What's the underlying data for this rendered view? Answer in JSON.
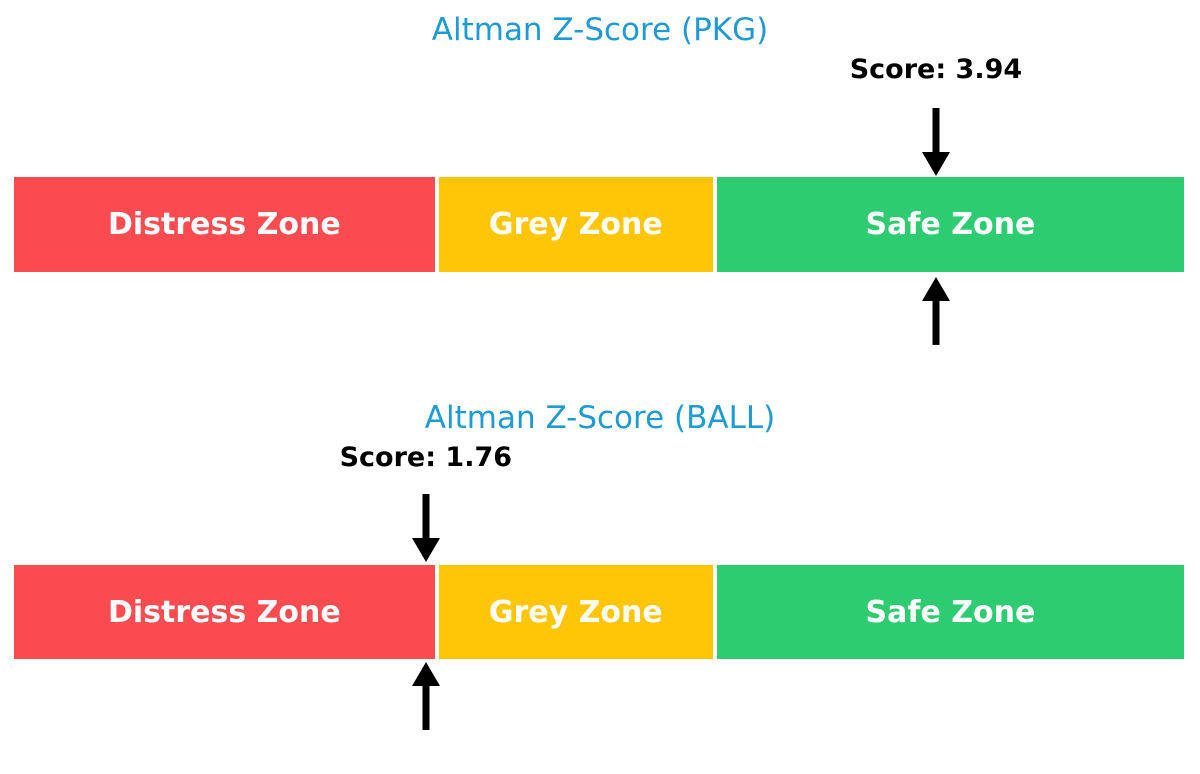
{
  "colors": {
    "background": "#ffffff",
    "title_text": "#1e9bd3",
    "score_text": "#000000",
    "zone_label_text": "#ffffff",
    "arrow": "#000000",
    "distress_zone": "#fa4b50",
    "grey_zone": "#ffc607",
    "safe_zone": "#2ecc71"
  },
  "icons": {
    "score_marker_above": "arrow-down",
    "score_marker_below": "arrow-up"
  },
  "chart_data": [
    {
      "type": "bar",
      "title": "Altman Z-Score (PKG)",
      "score": 3.94,
      "score_label": "Score: 3.94",
      "xlim": [
        0,
        5
      ],
      "legend_position": "none",
      "grid": false,
      "zones": [
        {
          "label": "Distress Zone",
          "start": 0,
          "end": 1.81,
          "color": "#fa4b50"
        },
        {
          "label": "Grey Zone",
          "start": 1.81,
          "end": 2.99,
          "color": "#ffc607"
        },
        {
          "label": "Safe Zone",
          "start": 2.99,
          "end": 5.0,
          "color": "#2ecc71"
        }
      ]
    },
    {
      "type": "bar",
      "title": "Altman Z-Score (BALL)",
      "score": 1.76,
      "score_label": "Score: 1.76",
      "xlim": [
        0,
        5
      ],
      "legend_position": "none",
      "grid": false,
      "zones": [
        {
          "label": "Distress Zone",
          "start": 0,
          "end": 1.81,
          "color": "#fa4b50"
        },
        {
          "label": "Grey Zone",
          "start": 1.81,
          "end": 2.99,
          "color": "#ffc607"
        },
        {
          "label": "Safe Zone",
          "start": 2.99,
          "end": 5.0,
          "color": "#2ecc71"
        }
      ]
    }
  ]
}
